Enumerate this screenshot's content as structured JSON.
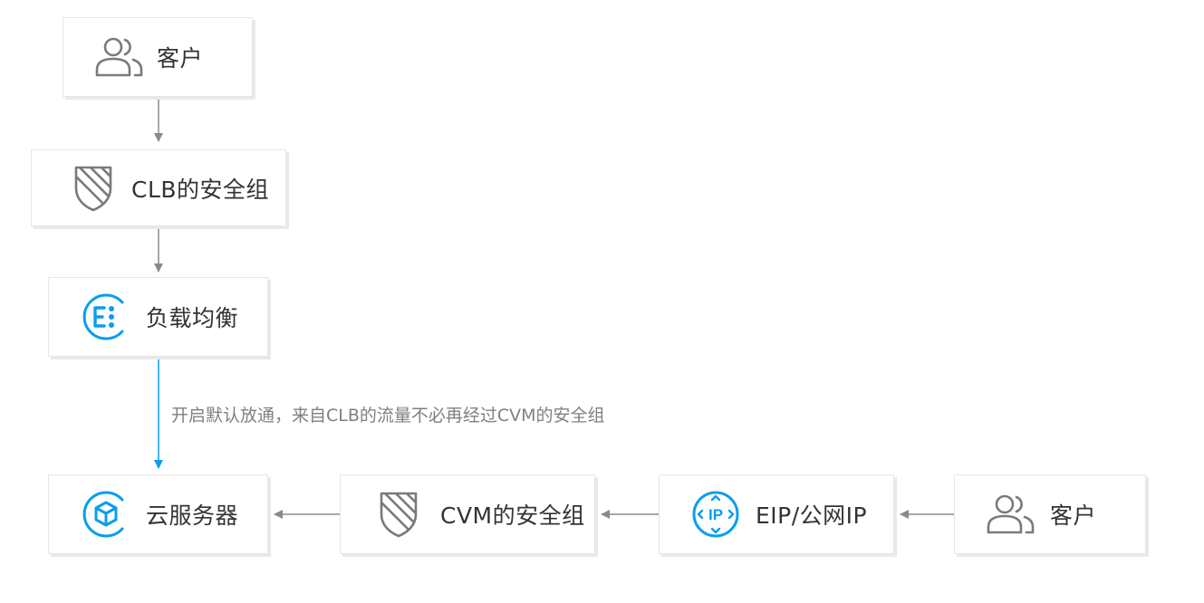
{
  "nodes": {
    "client_top": {
      "label": "客户",
      "icon": "users-icon"
    },
    "clb_security_group": {
      "label": "CLB的安全组",
      "icon": "shield-icon"
    },
    "load_balancer": {
      "label": "负载均衡",
      "icon": "load-balancer-icon"
    },
    "cloud_server": {
      "label": "云服务器",
      "icon": "cloud-server-icon"
    },
    "cvm_security_group": {
      "label": "CVM的安全组",
      "icon": "shield-icon"
    },
    "eip": {
      "label": "EIP/公网IP",
      "icon": "ip-icon"
    },
    "client_right": {
      "label": "客户",
      "icon": "users-icon"
    }
  },
  "edge_note": "开启默认放通，来自CLB的流量不必再经过CVM的安全组",
  "colors": {
    "accent": "#0a9df0",
    "icon_gray": "#7a7a7a",
    "arrow_gray": "#8a8a8a",
    "text": "#333333",
    "note_text": "#808080"
  }
}
